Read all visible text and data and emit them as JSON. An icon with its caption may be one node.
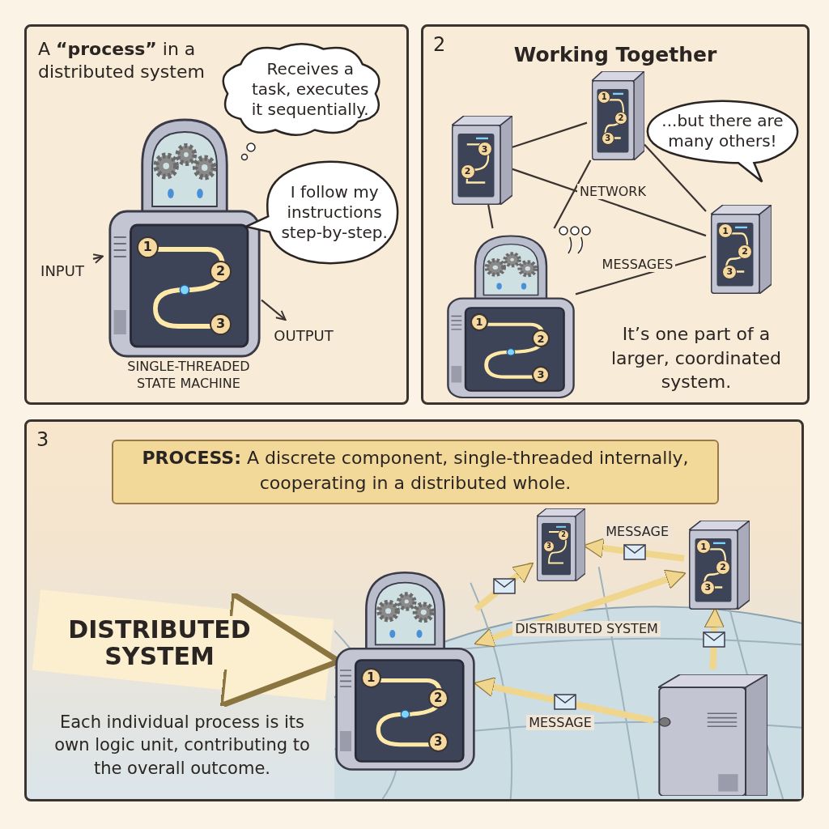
{
  "diagram": {
    "nodes": [
      {
        "text": [
          "A **“process”** in a distributed system"
        ]
      },
      {
        "text": [
          "Receives a task, executes it sequentially."
        ],
        "in": 0
      },
      {
        "text": [
          "I follow my instructions step-by-step."
        ],
        "in": 0
      },
      {
        "text": [],
        "shape": "picture",
        "in": 0,
        "beside": [
          "SINGLE-THREADED STATE MACHINE"
        ]
      },
      {
        "text": [
          "INPUT"
        ],
        "in": 0
      },
      {
        "text": [
          "OUTPUT"
        ],
        "in": 0
      },
      {
        "text": [
          "2",
          "Working Together"
        ]
      },
      {
        "text": [],
        "shape": "picture",
        "in": 6
      },
      {
        "text": [],
        "shape": "picture",
        "in": 6
      },
      {
        "text": [
          "...but there are many others!"
        ],
        "in": 6
      },
      {
        "text": [],
        "shape": "picture",
        "in": 6
      },
      {
        "text": [],
        "shape": "picture",
        "in": 6
      },
      {
        "text": [
          "3"
        ]
      },
      {
        "text": [
          "**PROCESS:** A discrete component, single-threaded internally, cooperating in a distributed whole."
        ],
        "in": 12
      },
      {
        "text": [],
        "shape": "picture",
        "in": 12
      },
      {
        "text": [],
        "shape": "picture",
        "in": 12
      },
      {
        "text": [],
        "shape": "picture",
        "in": 12
      },
      {
        "text": [],
        "shape": "picture",
        "in": 12
      }
    ],
    "edges": [
      {
        "from": 4,
        "to": 3,
        "arrow": "to"
      },
      {
        "from": 3,
        "to": 5,
        "arrow": "to"
      },
      {
        "from": 7,
        "to": 8,
        "arrow": "none"
      },
      {
        "from": 7,
        "to": 10,
        "arrow": "none",
        "label": "NETWORK"
      },
      {
        "from": 8,
        "to": 10,
        "arrow": "none"
      },
      {
        "from": 7,
        "to": 11,
        "arrow": "none"
      },
      {
        "from": 8,
        "to": 11,
        "arrow": "none"
      },
      {
        "from": 11,
        "to": 10,
        "arrow": "none",
        "label": "MESSAGES"
      },
      {
        "from": 14,
        "to": 15,
        "arrow": "to",
        "style": "thick",
        "color": "#f0d58c"
      },
      {
        "from": 16,
        "to": 15,
        "arrow": "to",
        "label": "MESSAGE",
        "style": "thick",
        "color": "#f0d58c"
      },
      {
        "from": 14,
        "to": 16,
        "arrow": "both",
        "label": "DISTRIBUTED SYSTEM",
        "style": "thick",
        "color": "#f0d58c"
      },
      {
        "from": 17,
        "to": 16,
        "arrow": "to",
        "style": "thick",
        "color": "#f0d58c"
      },
      {
        "from": 17,
        "to": 14,
        "arrow": "to",
        "label": "MESSAGE",
        "style": "thick",
        "color": "#f0d58c"
      },
      {
        "from": null,
        "to": 14,
        "arrow": "to",
        "label": "DISTRIBUTED SYSTEM",
        "style": "thick",
        "color": "#fbefcf"
      }
    ],
    "labels": [
      "1",
      "2",
      "3",
      "3",
      "2",
      "1",
      "2",
      "3",
      "1",
      "2",
      "3",
      "1",
      "2",
      "3",
      "It’s one part of a larger, coordinated system.",
      "1",
      "2",
      "3",
      "2",
      "3",
      "1",
      "2",
      "3",
      "Each individual process is its own logic unit, contributing to the overall outcome."
    ]
  }
}
